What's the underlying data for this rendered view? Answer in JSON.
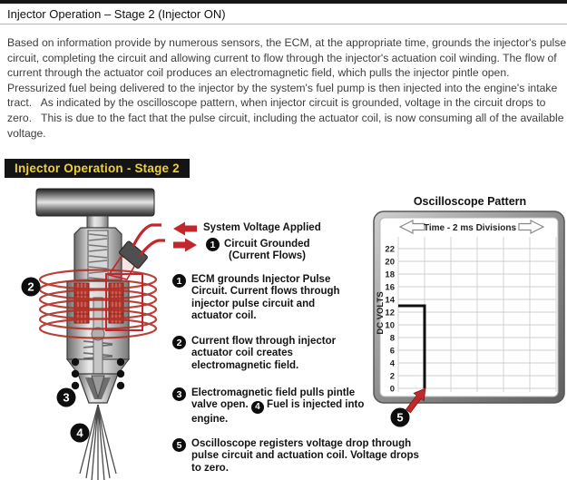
{
  "page": {
    "title": "Injector Operation – Stage 2 (Injector ON)",
    "intro": "Based on information provide by numerous sensors, the ECM, at the appropriate time, grounds the injector's pulse circuit, completing the circuit and allowing current to flow through the injector's actuation coil winding. The flow of current through the actuator coil produces an electromagnetic field, which pulls the injector pintle open.   Pressurized fuel being delivered to the injector by the system's fuel pump is then injected into the engine's intake tract.   As indicated by the oscilloscope pattern, when injector circuit is grounded, voltage in the circuit drops to zero.   This is due to the fact that the pulse circuit, including the actuator coil, is now consuming all of the available voltage.",
    "banner": "Injector Operation - Stage 2"
  },
  "callouts": {
    "system_voltage": "System Voltage Applied",
    "grounded_num": "1",
    "grounded_line1": "Circuit Grounded",
    "grounded_line2": "(Current Flows)"
  },
  "steps": {
    "s1": {
      "num": "1",
      "text": "ECM grounds Injector Pulse Circuit. Current flows through injector pulse circuit and actuator coil."
    },
    "s2": {
      "num": "2",
      "text": "Current flow through injector actuator coil creates electromagnetic field."
    },
    "s3": {
      "num": "3",
      "text_before": "Electromagnetic field pulls pintle valve open. ",
      "inline_num": "4",
      "text_after": " Fuel is injected into engine."
    },
    "s5": {
      "num": "5",
      "text": "Oscilloscope registers voltage drop through pulse circuit and actuation coil. Voltage drops to zero."
    }
  },
  "diagram_markers": {
    "coil": "2",
    "nozzle": "3",
    "spray": "4"
  },
  "chart_data": {
    "type": "line",
    "title": "Oscilloscope Pattern",
    "xlabel": "Time - 2 ms Divisions",
    "ylabel": "DC VOLTS",
    "y_ticks": [
      22,
      20,
      18,
      16,
      14,
      12,
      10,
      8,
      6,
      4,
      2,
      0
    ],
    "ylim": [
      0,
      23
    ],
    "x_divisions": 6,
    "x_division_ms": 2,
    "grid": true,
    "series": [
      {
        "name": "Injector circuit voltage",
        "color": "#0f0f0f",
        "points_ms_v": [
          [
            0,
            13
          ],
          [
            2,
            13
          ],
          [
            2,
            0
          ]
        ]
      }
    ],
    "annotation_marker": "5"
  },
  "colors": {
    "accent_red": "#c1272d",
    "banner_bg": "#141414",
    "banner_text": "#efce3e"
  }
}
